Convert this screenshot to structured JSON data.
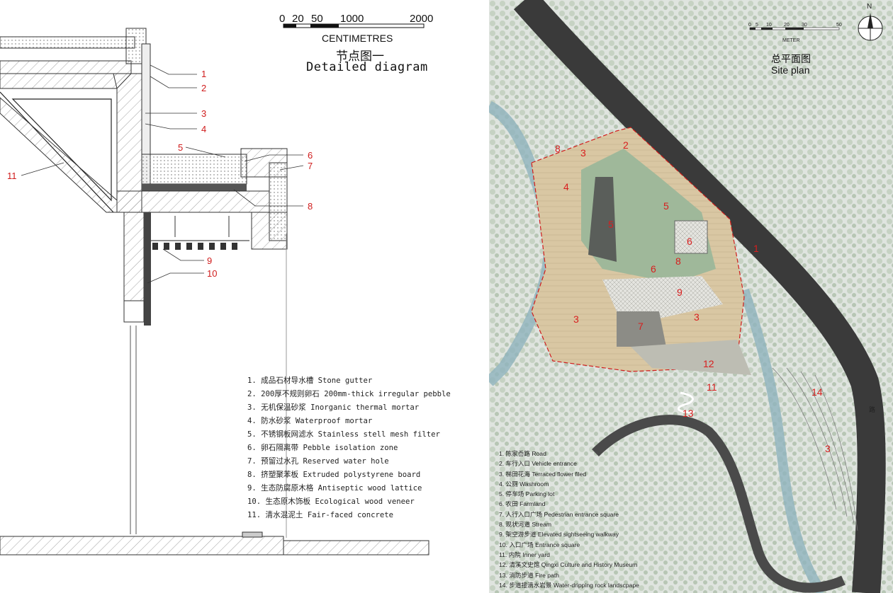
{
  "detail": {
    "scale": {
      "ticks": [
        "0",
        "20",
        "50",
        "1000",
        "2000"
      ],
      "unit": "CENTIMETRES"
    },
    "title_cn": "节点图一",
    "title_en": "Detailed diagram",
    "callouts": [
      "1",
      "2",
      "3",
      "4",
      "5",
      "6",
      "7",
      "8",
      "9",
      "10",
      "11"
    ],
    "legend": [
      "1.  成品石材导水槽 Stone gutter",
      "2.  200厚不规则卵石 200mm-thick irregular pebble",
      "3.  无机保温砂浆 Inorganic thermal mortar",
      "4.  防水砂浆 Waterproof mortar",
      "5.  不锈钢板网滤水 Stainless stell mesh filter",
      "6.  卵石隔离带 Pebble isolation zone",
      "7.  预留过水孔 Reserved water hole",
      "8.  挤塑聚苯板 Extruded polystyrene board",
      "9.  生态防腐原木格 Antiseptic wood lattice",
      "10.  生态原木饰板 Ecological wood veneer",
      "11.  清水混泥土 Fair-faced concrete"
    ]
  },
  "siteplan": {
    "north_label": "N",
    "scale": {
      "ticks": [
        "0",
        "5",
        "10",
        "20",
        "30",
        "50"
      ],
      "unit": "METER"
    },
    "title_cn": "总平面图",
    "title_en": "Site plan",
    "road_label": "路",
    "labels": [
      "8",
      "3",
      "2",
      "4",
      "5",
      "5",
      "6",
      "6",
      "8",
      "9",
      "1",
      "3",
      "3",
      "7",
      "12",
      "11",
      "13",
      "14",
      "3"
    ],
    "legend": [
      "1. 陈家岙路 Road",
      "2. 车行入口 Vehicle entrance",
      "3. 梯田花海 Terraced flower filed",
      "4. 公厕 Washroom",
      "5. 停车场 Parking lot",
      "6. 农田 Farmland",
      "7. 人行入口广场 Pedestrian entrance square",
      "8. 现状河道 Stream",
      "9. 架空游步道 Elevated sightseeing walkway",
      "10. 入口广场 Entrance square",
      "11. 内院 Inner yard",
      "12. 清溪文史馆 Qingxi Culture and History Museum",
      "13. 消防步道 Fire path",
      "14. 步道接滴水岩景 Water-dripping rock landscpape"
    ],
    "colors": {
      "road": "#3a3a3a",
      "stream": "#8fb3bd",
      "terrace": "#d9c7a3",
      "vegetation": "#9fb89a",
      "boundary": "#d01c1c"
    }
  }
}
